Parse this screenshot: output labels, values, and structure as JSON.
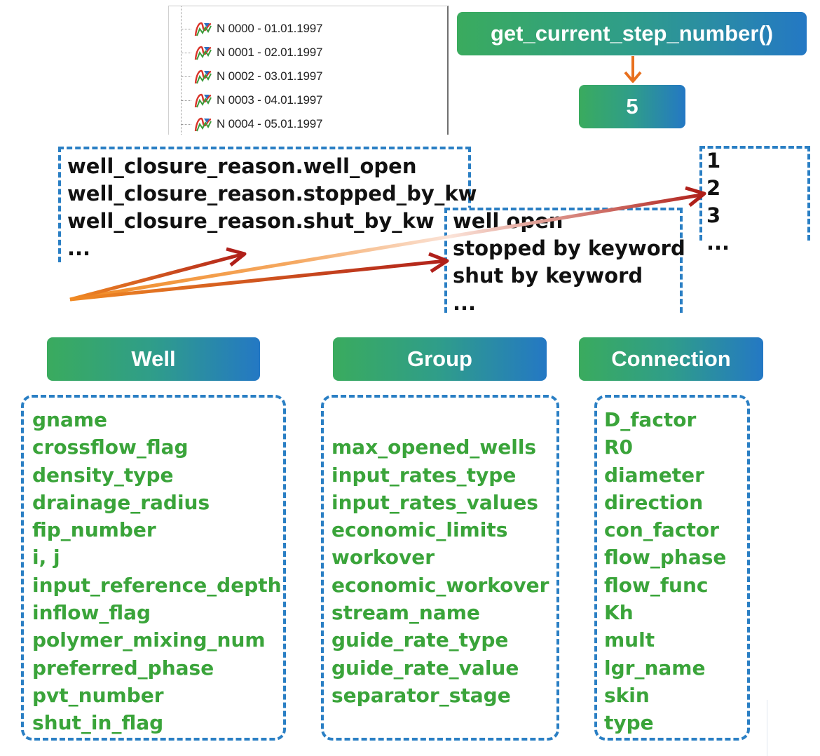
{
  "tree": {
    "items": [
      {
        "label": "N 0000 - 01.01.1997"
      },
      {
        "label": "N 0001 - 02.01.1997"
      },
      {
        "label": "N 0002 - 03.01.1997"
      },
      {
        "label": "N 0003 - 04.01.1997"
      },
      {
        "label": "N 0004 - 05.01.1997"
      }
    ]
  },
  "function_box": {
    "label": "get_current_step_number()"
  },
  "result_box": {
    "value": "5"
  },
  "enum_names": [
    "well_closure_reason.well_open",
    "well_closure_reason.stopped_by_kw",
    "well_closure_reason.shut_by_kw",
    "..."
  ],
  "enum_descriptions": [
    "well open",
    "stopped by keyword",
    "shut by keyword",
    "..."
  ],
  "enum_values": [
    "1",
    "2",
    "3",
    "..."
  ],
  "objects": [
    {
      "title": "Well",
      "properties": [
        "gname",
        "crossflow_flag",
        "density_type",
        "drainage_radius",
        "fip_number",
        "i, j",
        "input_reference_depth",
        "inflow_flag",
        "polymer_mixing_num",
        "preferred_phase",
        "pvt_number",
        "shut_in_flag"
      ]
    },
    {
      "title": "Group",
      "properties": [
        "",
        "max_opened_wells",
        "input_rates_type",
        "input_rates_values",
        "economic_limits",
        "workover",
        "economic_workover",
        "stream_name",
        "guide_rate_type",
        "guide_rate_value",
        "separator_stage"
      ]
    },
    {
      "title": "Connection",
      "properties": [
        "D_factor",
        "R0",
        "diameter",
        "direction",
        "con_factor",
        "flow_phase",
        "flow_func",
        "Kh",
        "mult",
        "lgr_name",
        "skin",
        "type"
      ]
    }
  ],
  "colors": {
    "gradient_start": "#3aab5e",
    "gradient_end": "#2478c4",
    "dash_border": "#2a7fc4",
    "property_text": "#3aa43a",
    "arrow_orange": "#f08a24",
    "arrow_red": "#b0201a"
  },
  "icons": {
    "tree_item": "chart-curve-icon",
    "arrow": "arrow-icon"
  }
}
